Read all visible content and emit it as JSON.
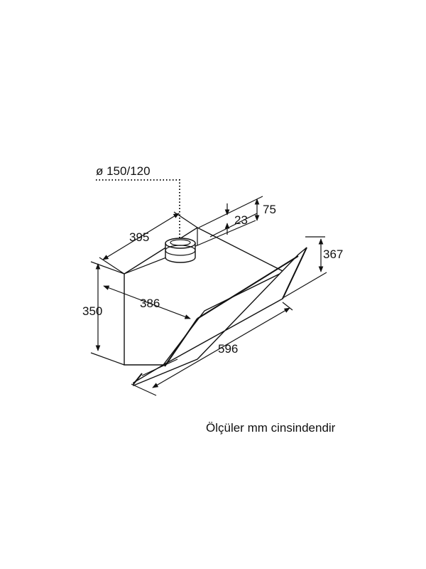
{
  "diagram": {
    "duct_diameter_label": "ø 150/120",
    "dim_75": "75",
    "dim_23": "23",
    "dim_395": "395",
    "dim_367": "367",
    "dim_386": "386",
    "dim_350": "350",
    "dim_596": "596"
  },
  "caption": "Ölçüler mm cinsindendir",
  "colors": {
    "line": "#111111",
    "background": "#ffffff"
  }
}
